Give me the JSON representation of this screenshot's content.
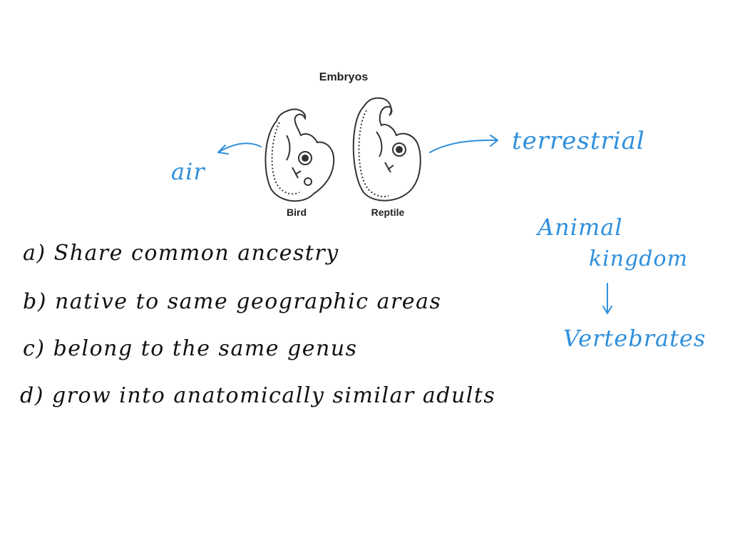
{
  "figure": {
    "title": "Embryos",
    "left_label": "Bird",
    "right_label": "Reptile"
  },
  "annotations": {
    "left": "air",
    "right": "terrestrial",
    "side_top_line1": "Animal",
    "side_top_line2": "kingdom",
    "side_bottom": "Vertebrates"
  },
  "options": [
    {
      "letter": "a)",
      "text": "Share common ancestry"
    },
    {
      "letter": "b)",
      "text": "native to same geographic areas"
    },
    {
      "letter": "c)",
      "text": "belong to the same genus"
    },
    {
      "letter": "d)",
      "text": "grow into anatomically similar adults"
    }
  ],
  "colors": {
    "ink_blue": "#2f8fdc",
    "ink_black": "#111111",
    "figure_line": "#333333"
  }
}
